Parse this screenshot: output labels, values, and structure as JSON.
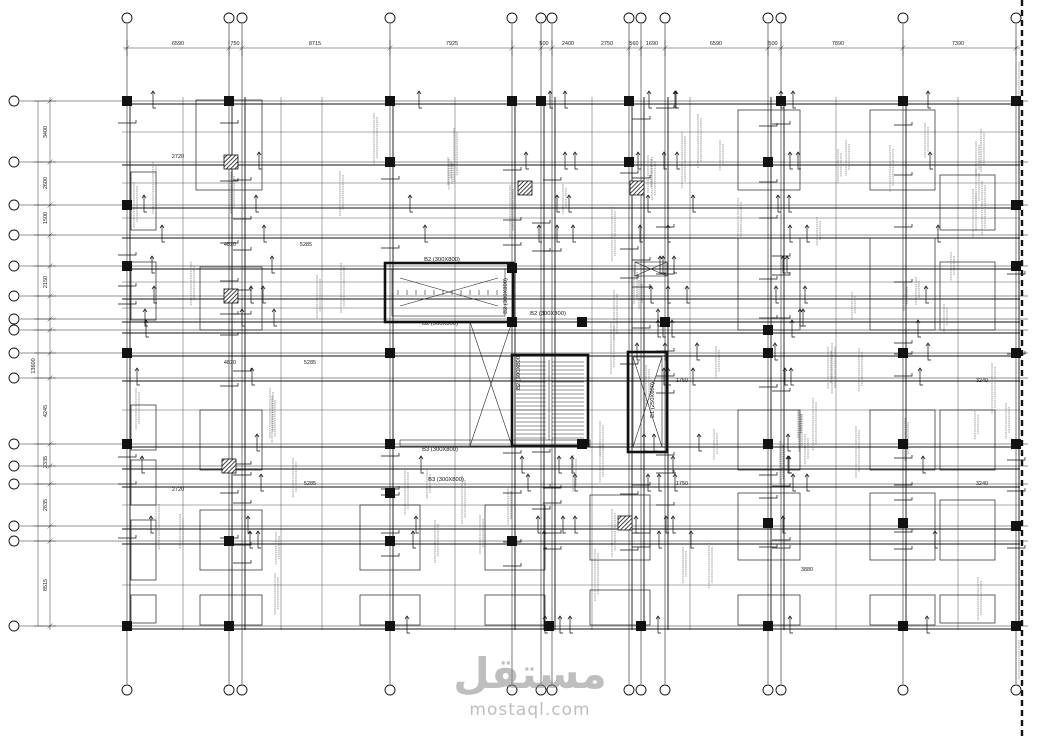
{
  "drawing": {
    "top_dimensions": [
      "6590",
      "750",
      "8715",
      "7925",
      "500",
      "2400",
      "2750",
      "560",
      "1690",
      "6590",
      "500",
      "7890",
      "7390"
    ],
    "left_dimensions": [
      "3400",
      "2600",
      "1500",
      "2150",
      "13600",
      "4245",
      "2335",
      "2835",
      "8515"
    ],
    "beam_labels": [
      "B2 (300X800)",
      "B2 (300X800)",
      "B2 (300X800)",
      "B2 (300X800)",
      "B2 (300X800)",
      "B3 (300X800)",
      "B3 (300X800)",
      "B1 (250X600)"
    ],
    "span_labels": [
      "2720",
      "4820",
      "5285",
      "4820",
      "5285",
      "2720",
      "5285",
      "1750",
      "1750",
      "3240",
      "3240",
      "3880"
    ]
  },
  "watermark": {
    "arabic": "مستقل",
    "latin": "mostaql.com"
  },
  "colors": {
    "ink": "#111111",
    "watermark": "#8a8a8a"
  }
}
